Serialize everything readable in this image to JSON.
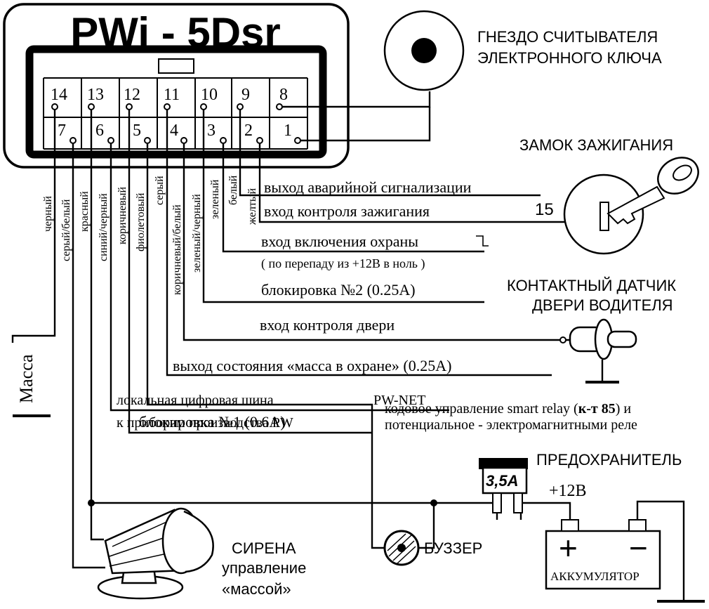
{
  "title": "PWi - 5Dsr",
  "pins_top": [
    "14",
    "13",
    "12",
    "11",
    "10",
    "9",
    "8"
  ],
  "pins_bottom": [
    "7",
    "6",
    "5",
    "4",
    "3",
    "2",
    "1"
  ],
  "wire_colors": {
    "w7": "черный",
    "w14": "серый/белый",
    "w6": "красный",
    "w13": "синий/черный",
    "w5": "коричневый",
    "w12": "фиолетовый",
    "w4": "серый",
    "w11": "коричневый/белый",
    "w3": "зеленый/черный",
    "w10": "зеленый",
    "w2": "белый",
    "w9": "желтый"
  },
  "labels": {
    "reader": [
      "ГНЕЗДО СЧИТЫВАТЕЛЯ",
      "ЭЛЕКТРОННОГО КЛЮЧА"
    ],
    "ignition_lock": "ЗАМОК ЗАЖИГАНИЯ",
    "ignition_terminal": "15",
    "hazard_out": "выход аварийной сигнализации",
    "ignition_in": "вход контроля зажигания",
    "arm_in": "вход включения охраны",
    "arm_note": "( по перепаду из +12В в ноль )",
    "block2": "блокировка  №2 (0.25А)",
    "door_sensor": [
      "КОНТАКТНЫЙ ДАТЧИК",
      "ДВЕРИ ВОДИТЕЛЯ"
    ],
    "door_in": "вход контроля двери",
    "armed_out": "выход состояния «масса в охране» (0.25А)",
    "smart_relay_1a": "кодовое управление smart relay (",
    "smart_relay_1b": "к-т 85",
    "smart_relay_1c": ") и",
    "smart_relay_2": "потенциальное - электромагнитными реле",
    "block1": "блокировка  №1 (0.6А)",
    "ground": "Масса",
    "bus": "локальная цифровая шина",
    "pwnet": "PW-NET",
    "bus_note": "к приборам производства PW",
    "fuse": "ПРЕДОХРАНИТЕЛЬ",
    "fuse_rating": "3,5А",
    "plus12": "+12В",
    "siren": [
      "СИРЕНА",
      "управление",
      "«массой»"
    ],
    "buzzer": "БУЗЗЕР",
    "battery": "АККУМУЛЯТОР",
    "battery_plus": "+",
    "battery_minus": "−"
  }
}
